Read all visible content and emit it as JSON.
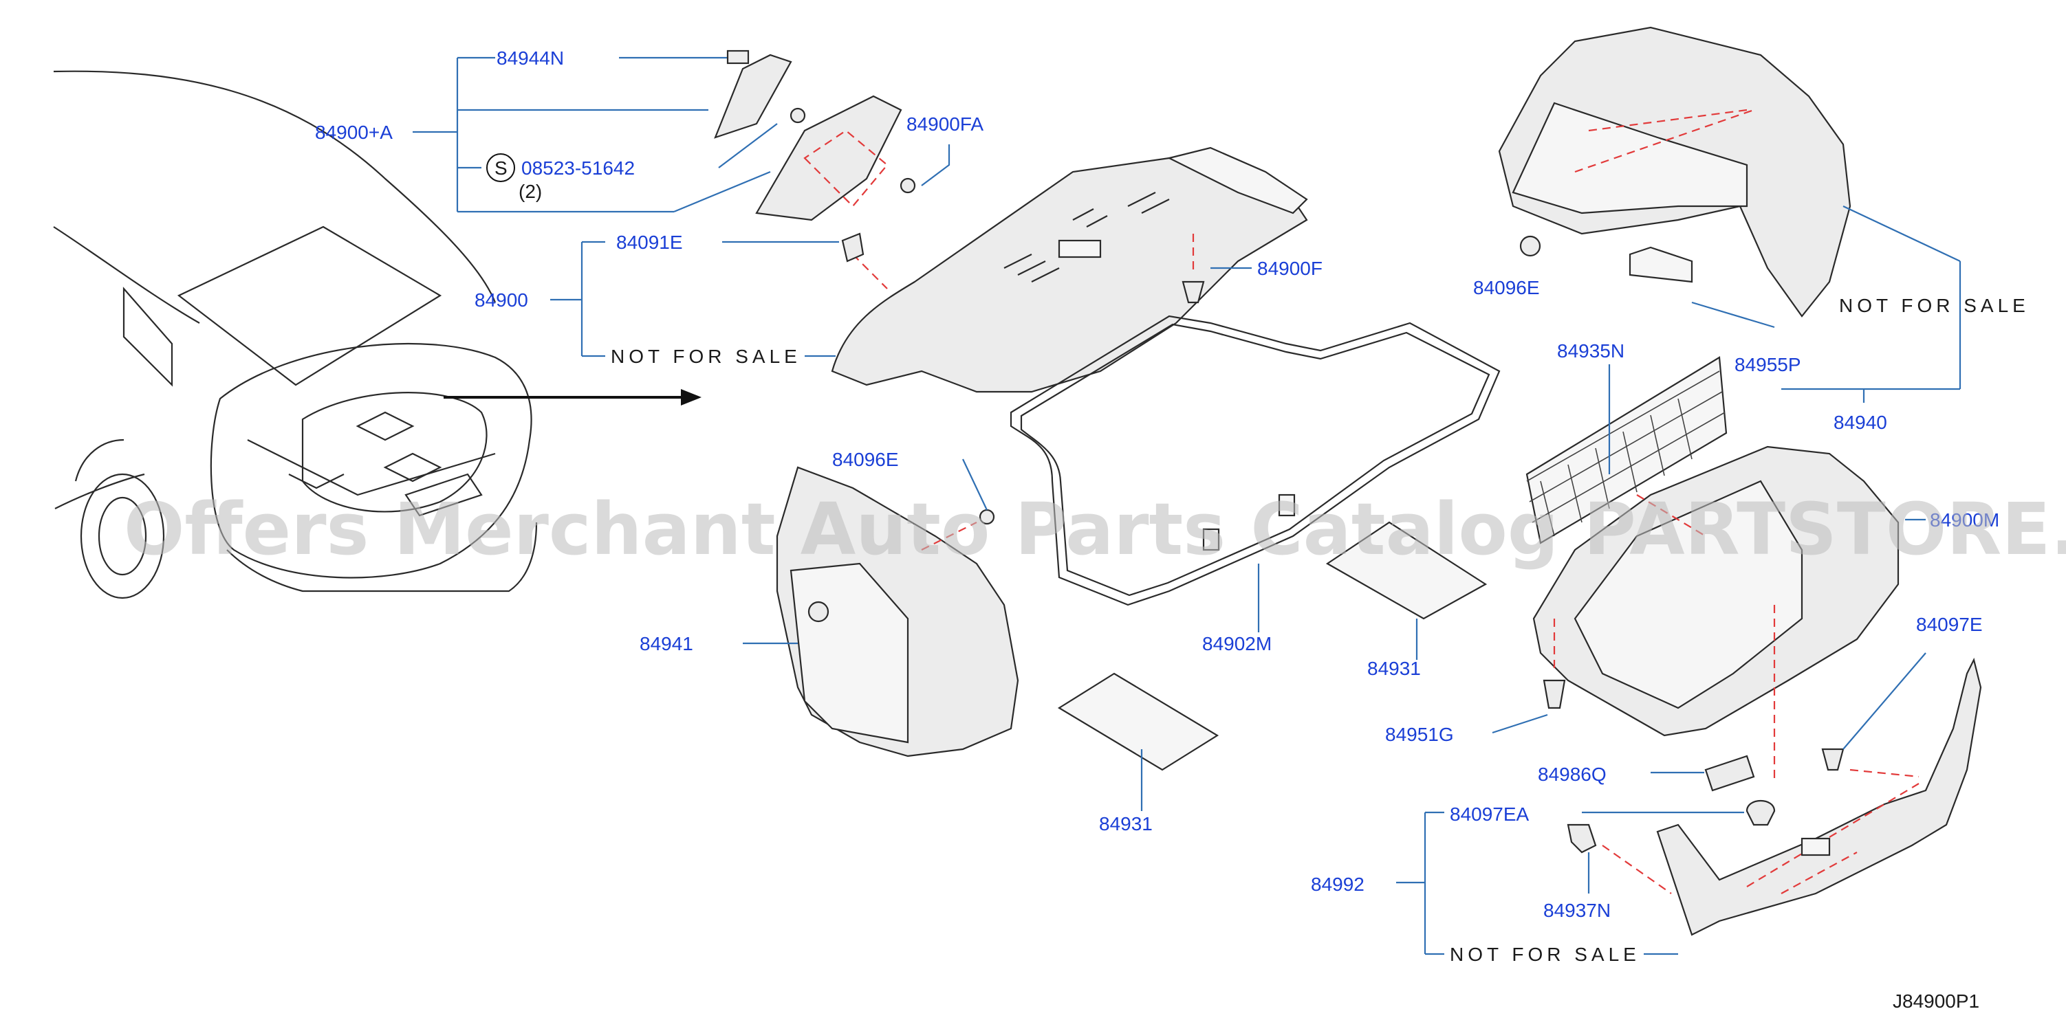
{
  "colors": {
    "callout": "#1a3fd6",
    "leader": "#2f6fb3",
    "hidden_line": "#e23a3a",
    "part_fill": "#ececec",
    "watermark": "#bdbdbd"
  },
  "labels": {
    "p84944N": "84944N",
    "p84900A": "84900+A",
    "s_symbol": "S",
    "p08523": "08523-51642",
    "qty2": "(2)",
    "p84900FA": "84900FA",
    "p84091E": "84091E",
    "p84900": "84900",
    "nfs1": "NOT FOR SALE",
    "p84900F": "84900F",
    "p84096E_left": "84096E",
    "p84941": "84941",
    "p84902M": "84902M",
    "p84931_center": "84931",
    "p84931_bottom": "84931",
    "p84096E_right": "84096E",
    "nfs2": "NOT FOR SALE",
    "p84935N": "84935N",
    "p84955P": "84955P",
    "p84940": "84940",
    "p84900M": "84900M",
    "p84097E": "84097E",
    "p84951G": "84951G",
    "p84986Q": "84986Q",
    "p84097EA": "84097EA",
    "p84992": "84992",
    "p84937N": "84937N",
    "nfs3": "NOT FOR SALE",
    "diagram_id": "J84900P1"
  },
  "watermark": "Offers Merchant Auto Parts Catalog PARTSTORE.SA"
}
